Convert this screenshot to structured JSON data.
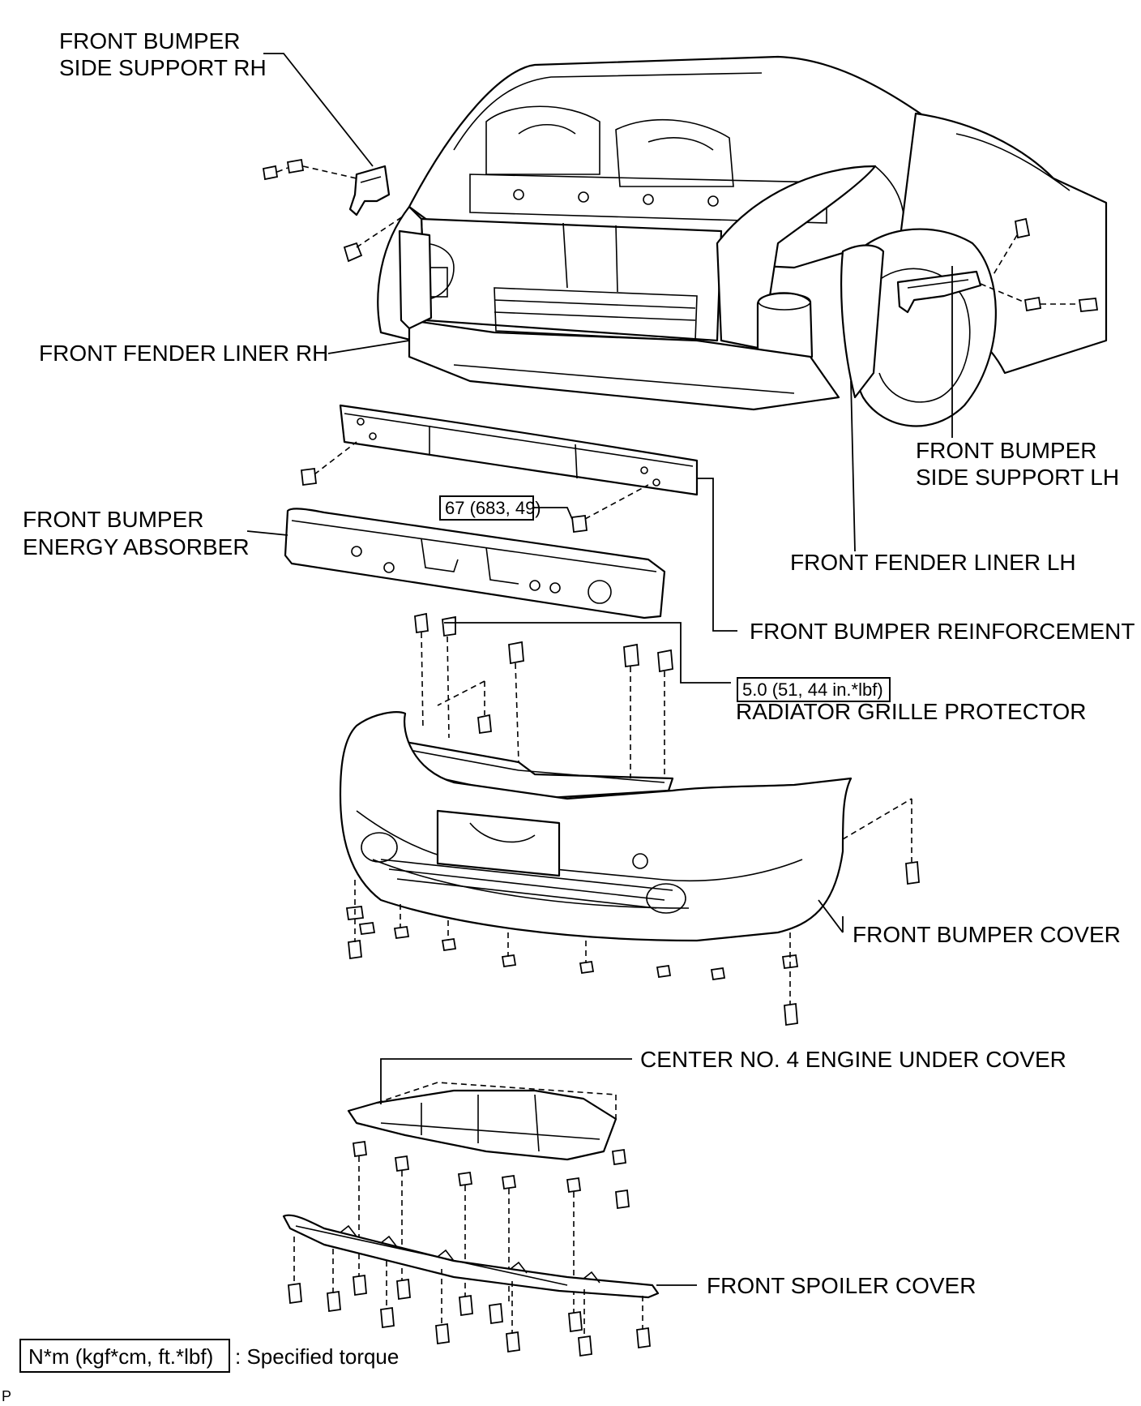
{
  "labels": {
    "side_support_rh_line1": "FRONT BUMPER",
    "side_support_rh_line2": "SIDE SUPPORT RH",
    "fender_liner_rh": "FRONT FENDER LINER RH",
    "side_support_lh_line1": "FRONT BUMPER",
    "side_support_lh_line2": "SIDE SUPPORT LH",
    "energy_absorber_line1": "FRONT BUMPER",
    "energy_absorber_line2": "ENERGY ABSORBER",
    "fender_liner_lh": "FRONT FENDER LINER LH",
    "bumper_reinforcement": "FRONT BUMPER REINFORCEMENT",
    "radiator_grille_protector": "RADIATOR GRILLE PROTECTOR",
    "bumper_cover": "FRONT BUMPER COVER",
    "engine_under_cover": "CENTER NO. 4 ENGINE UNDER COVER",
    "spoiler_cover": "FRONT SPOILER COVER"
  },
  "torque": {
    "reinforcement_bolt": "67 (683, 49)",
    "grille_protector_bolt": "5.0 (51, 44 in.*lbf)"
  },
  "legend": {
    "box_text": "N*m (kgf*cm, ft.*lbf)",
    "description": ": Specified torque"
  },
  "corner_mark": "P"
}
